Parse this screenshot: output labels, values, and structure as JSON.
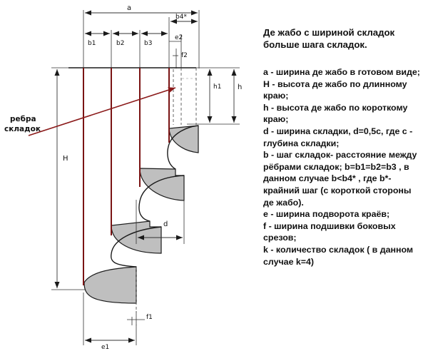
{
  "title": "Де жабо с шириной складок больше шага складок.",
  "labels": {
    "a": "a",
    "b4": "b4*",
    "b1": "b1",
    "b2": "b2",
    "b3": "b3",
    "e2": "e2",
    "f2": "f2",
    "h1": "h1",
    "h": "h",
    "H": "H",
    "d": "d",
    "f1": "f1",
    "e1": "e1",
    "ribs_line1": "ребра",
    "ribs_line2": "складок"
  },
  "legend": [
    "a - ширина де жабо в готовом виде;",
    "H - высота де жабо по длинному краю;",
    "h - высота де жабо по короткому краю;",
    "d - ширина складки, d=0,5c, где с - глубина складки;",
    "b - шаг складок- расстояние между рёбрами складок; b=b1=b2=b3 , в данном случае b<b4* , где b*- крайний шаг (с короткой стороны де жабо).",
    "e - ширина подворота краёв;",
    "f - ширина подшивки боковых срезов;",
    "k - количество складок ( в данном случае k=4)"
  ],
  "colors": {
    "rib": "#8b1a1a",
    "fold_fill": "#bfbfbf",
    "line": "#1a1a1a"
  }
}
